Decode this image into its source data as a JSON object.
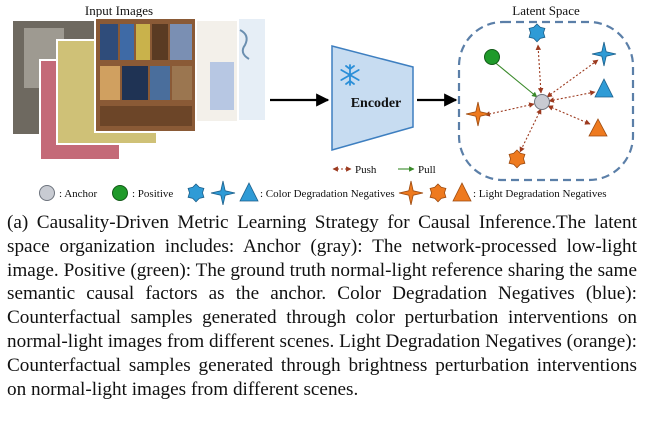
{
  "diagram": {
    "input_title": "Input Images",
    "latent_title": "Latent Space",
    "encoder_label": "Encoder",
    "encoder_icon": "snowflake-icon",
    "arrows": {
      "push_label": "Push",
      "pull_label": "Pull",
      "push_color": "#9c3a1f",
      "pull_color": "#3a8a2a"
    },
    "legend": {
      "anchor": ": Anchor",
      "positive": ": Positive",
      "color_neg": ": Color Degradation Negatives",
      "light_neg": ": Light Degradation Negatives"
    },
    "colors": {
      "anchor": "#c8cbd2",
      "positive": "#1f9a2a",
      "color_negative": "#2f9bd6",
      "light_negative": "#ee7a1f",
      "encoder_fill": "#c7dcf1",
      "encoder_stroke": "#3e7fc0",
      "latent_border": "#5b7fa8"
    }
  },
  "caption": {
    "text": "(a) Causality-Driven Metric Learning Strategy for Causal Inference.The latent space organization includes: Anchor (gray): The network-processed low-light image.  Positive (green): The ground truth normal-light reference sharing the same semantic causal factors as the anchor. Color Degradation Negatives (blue): Counterfactual samples generated through color perturbation interventions on normal-light images from different scenes. Light Degradation Negatives (orange): Counterfactual samples generated through brightness perturbation interventions on normal-light images from different scenes."
  }
}
